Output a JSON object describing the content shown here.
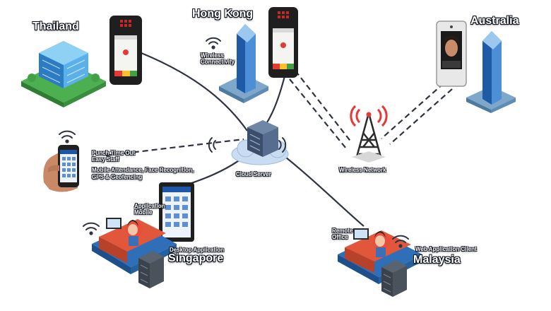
{
  "locations": {
    "thailand": "Thailand",
    "hong_kong": "Hong Kong",
    "australia": "Australia",
    "singapore": "Singapore",
    "malaysia": "Malaysia"
  },
  "captions": {
    "hk_top": "Wireless",
    "hk_bottom": "Connectivity",
    "phone_line1": "Punch Time Out",
    "phone_line2": "Easy Staff",
    "phone_line3": "Mobile Attendance, Face Recognition,",
    "phone_line4": "GPS & Geofencing",
    "server": "Cloud Server",
    "tower": "Wireless Network",
    "tablet_top": "Application",
    "tablet_bottom": "Mobile",
    "sg_office": "Desktop Application",
    "my_office": "Web Application Client",
    "my_tag_line1": "Remote",
    "my_tag_line2": "Office"
  },
  "colors": {
    "skyscraper": "#2f6fb7",
    "building": "#3d8fd0",
    "grass": "#4caf50",
    "cloud": "#c9dcf2",
    "server": "#3b4f6b",
    "tower": "#2b2b2b",
    "tower_signal": "#e53935",
    "device_body": "#1f1f1f",
    "link_line": "#2d3440"
  }
}
